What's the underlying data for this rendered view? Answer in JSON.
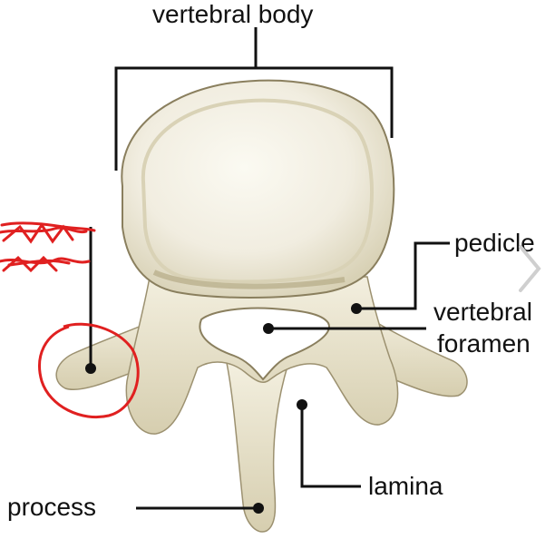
{
  "labels": {
    "vertebral_body": "vertebral body",
    "pedicle": "pedicle",
    "vertebral_foramen_line1": "vertebral",
    "vertebral_foramen_line2": "foramen",
    "lamina": "lamina",
    "process": "process"
  },
  "colors": {
    "bone_light": "#f4f1e2",
    "bone_mid": "#e2dcc2",
    "bone_shadow": "#b9b090",
    "bone_edge": "#8a7f5e",
    "leader_line": "#111111",
    "annotation_red": "#e02020",
    "chevron": "#cfcfcf"
  },
  "icons": {
    "next": "chevron-right-icon"
  }
}
